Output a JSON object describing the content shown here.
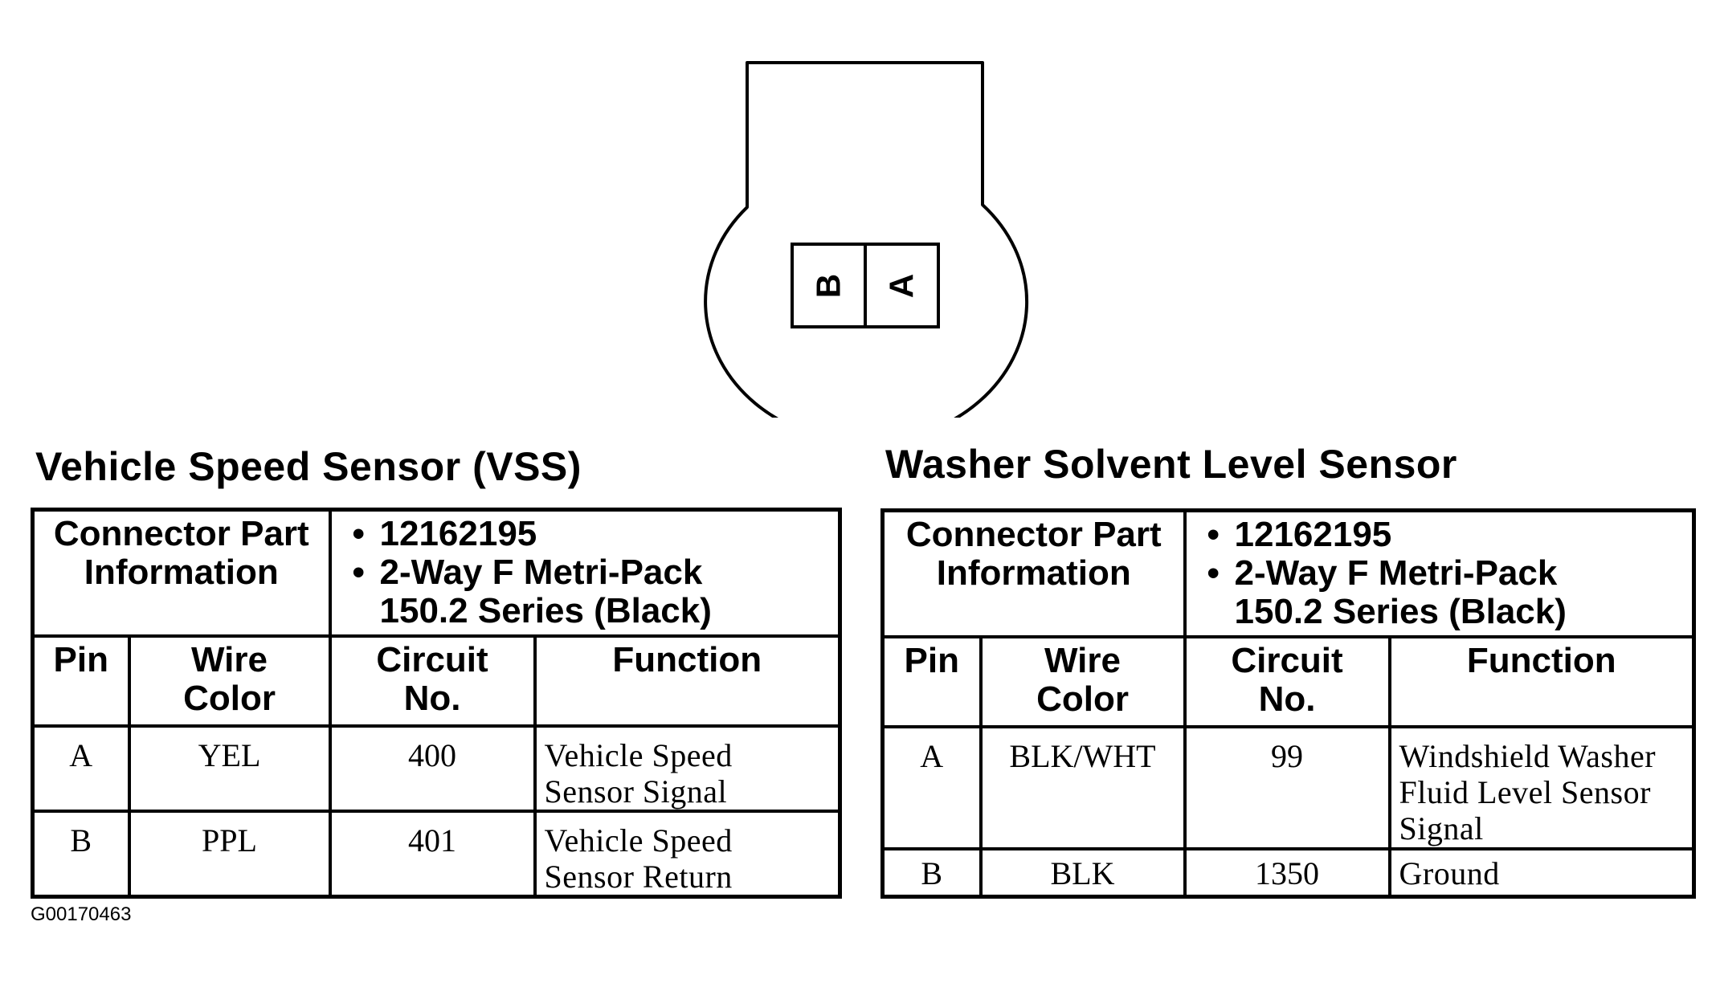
{
  "connector": {
    "pins": [
      {
        "label": "B"
      },
      {
        "label": "A"
      }
    ]
  },
  "tables": [
    {
      "title": "Vehicle Speed Sensor (VSS)",
      "part_info_label": [
        "Connector Part",
        "Information"
      ],
      "part_info_values": [
        "12162195",
        "2-Way F Metri-Pack",
        "150.2 Series (Black)"
      ],
      "headers": {
        "pin": [
          "Pin"
        ],
        "wire_color": [
          "Wire",
          "Color"
        ],
        "circuit": [
          "Circuit",
          "No."
        ],
        "function": [
          "Function"
        ]
      },
      "rows": [
        {
          "pin": "A",
          "wire_color": "YEL",
          "circuit": "400",
          "function": [
            "Vehicle Speed",
            "Sensor Signal"
          ]
        },
        {
          "pin": "B",
          "wire_color": "PPL",
          "circuit": "401",
          "function": [
            "Vehicle Speed",
            "Sensor Return"
          ]
        }
      ]
    },
    {
      "title": "Washer Solvent Level Sensor",
      "part_info_label": [
        "Connector Part",
        "Information"
      ],
      "part_info_values": [
        "12162195",
        "2-Way F Metri-Pack",
        "150.2 Series (Black)"
      ],
      "headers": {
        "pin": [
          "Pin"
        ],
        "wire_color": [
          "Wire",
          "Color"
        ],
        "circuit": [
          "Circuit",
          "No."
        ],
        "function": [
          "Function"
        ]
      },
      "rows": [
        {
          "pin": "A",
          "wire_color": "BLK/WHT",
          "circuit": "99",
          "function": [
            "Windshield Washer",
            "Fluid Level Sensor",
            "Signal"
          ]
        },
        {
          "pin": "B",
          "wire_color": "BLK",
          "circuit": "1350",
          "function": [
            "Ground"
          ]
        }
      ]
    }
  ],
  "figure_id": "G00170463"
}
